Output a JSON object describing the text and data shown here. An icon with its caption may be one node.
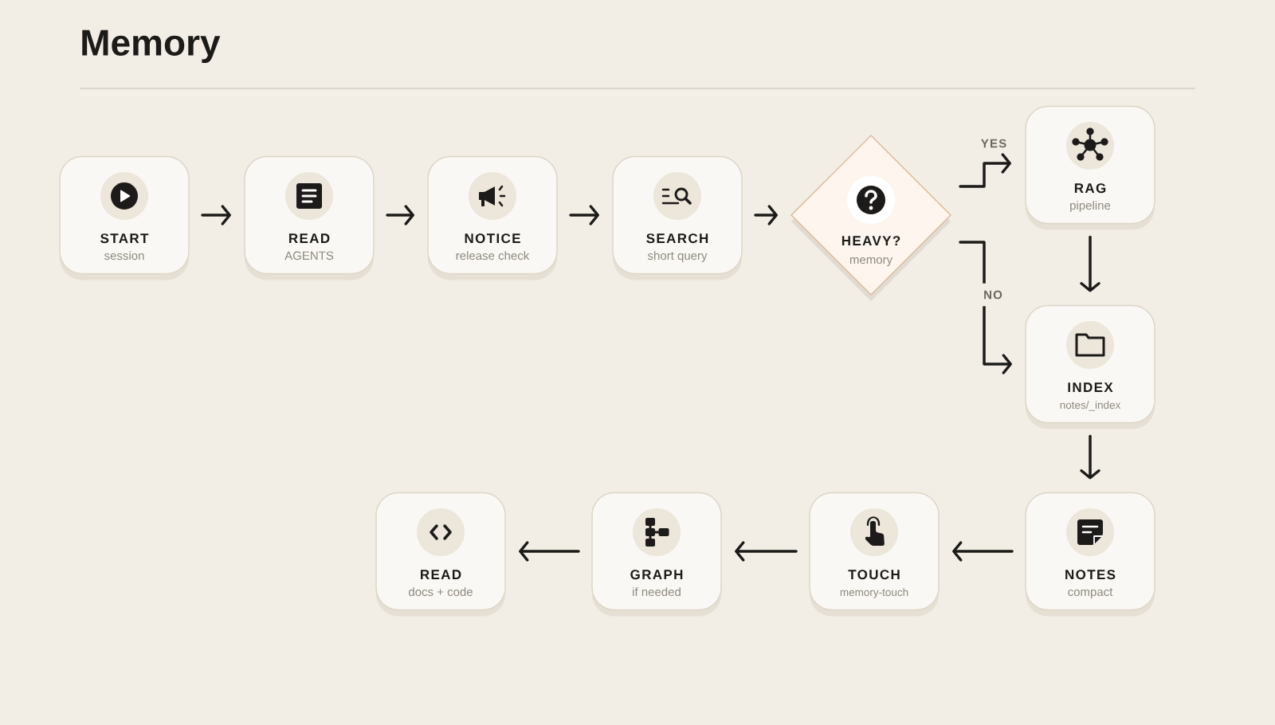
{
  "diagram": {
    "title": "Memory",
    "nodes": [
      {
        "text": [
          "START",
          "session"
        ]
      },
      {
        "text": [
          "READ",
          "AGENTS"
        ]
      },
      {
        "text": [
          "NOTICE",
          "release check"
        ]
      },
      {
        "text": [
          "SEARCH",
          "short query"
        ]
      },
      {
        "text": [
          "HEAVY?",
          "memory"
        ]
      },
      {
        "text": [
          "RAG",
          "pipeline"
        ]
      },
      {
        "text": [
          "INDEX",
          "notes/_index"
        ]
      },
      {
        "text": [
          "NOTES",
          "compact"
        ]
      },
      {
        "text": [
          "TOUCH",
          "memory-touch"
        ]
      },
      {
        "text": [
          "GRAPH",
          "if needed"
        ]
      },
      {
        "text": [
          "READ",
          "docs + code"
        ]
      }
    ],
    "edges": [
      {
        "from": 0,
        "to": 1,
        "arrow": "to"
      },
      {
        "from": 1,
        "to": 2,
        "arrow": "to"
      },
      {
        "from": 2,
        "to": 3,
        "arrow": "to"
      },
      {
        "from": 3,
        "to": 4,
        "arrow": "to"
      },
      {
        "from": 4,
        "to": 5,
        "arrow": "to",
        "label": "YES"
      },
      {
        "from": 4,
        "to": 6,
        "arrow": "to",
        "label": "NO"
      },
      {
        "from": 5,
        "to": 6,
        "arrow": "to"
      },
      {
        "from": 6,
        "to": 7,
        "arrow": "to"
      },
      {
        "from": 7,
        "to": 8,
        "arrow": "to"
      },
      {
        "from": 8,
        "to": 9,
        "arrow": "to"
      },
      {
        "from": 9,
        "to": 10,
        "arrow": "to"
      }
    ]
  }
}
